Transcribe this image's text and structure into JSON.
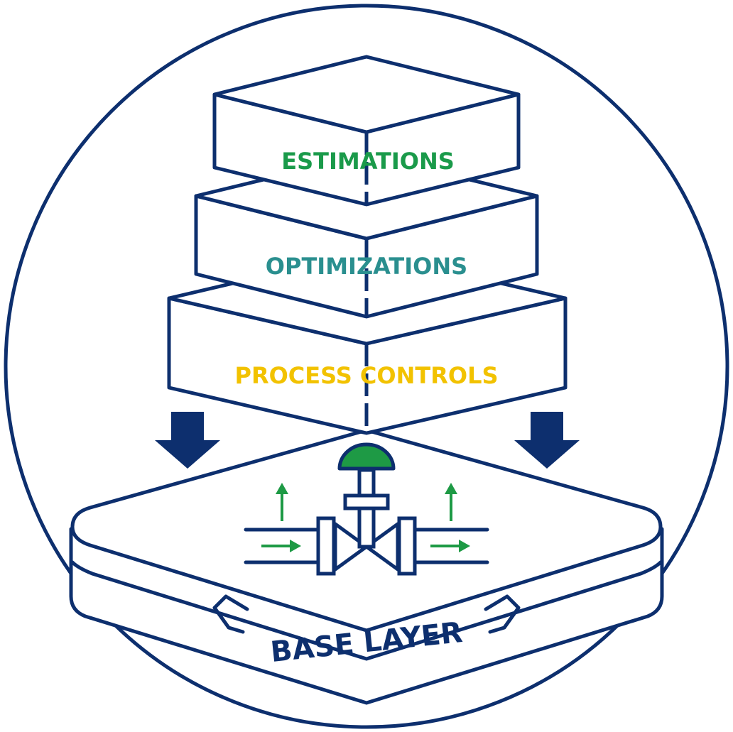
{
  "colors": {
    "outline": "#0d2f6e",
    "estimations": "#1a9a4a",
    "optimizations": "#2a8f8f",
    "process_controls": "#f2c200",
    "valve_green": "#1e9a45",
    "arrow_navy": "#0d2f6e",
    "background": "#ffffff"
  },
  "layers": {
    "estimations": "ESTIMATIONS",
    "optimizations": "OPTIMIZATIONS",
    "process_controls": "PROCESS CONTROLS"
  },
  "base": {
    "label": "BASE LAYER"
  },
  "icons": {
    "down_arrows": "down-arrow-icon",
    "valve": "control-valve-icon",
    "flow_arrows": "flow-arrow-icon"
  }
}
